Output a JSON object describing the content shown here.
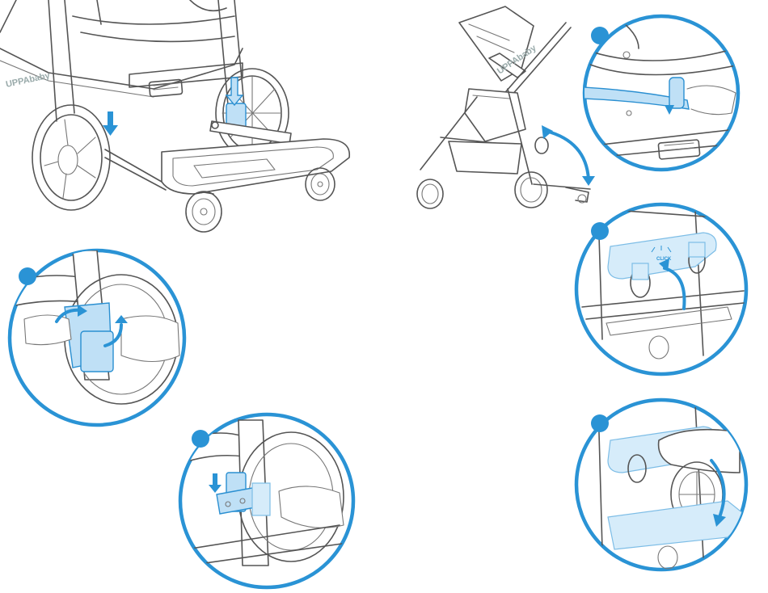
{
  "brand": {
    "main_label": "UPPAbaby",
    "stroller_label": "UPPAbaby"
  },
  "steps": {
    "click_label": "CLICK"
  },
  "colors": {
    "accent": "#2a93d5",
    "highlight": "#bfe0f6",
    "line": "#555555"
  }
}
